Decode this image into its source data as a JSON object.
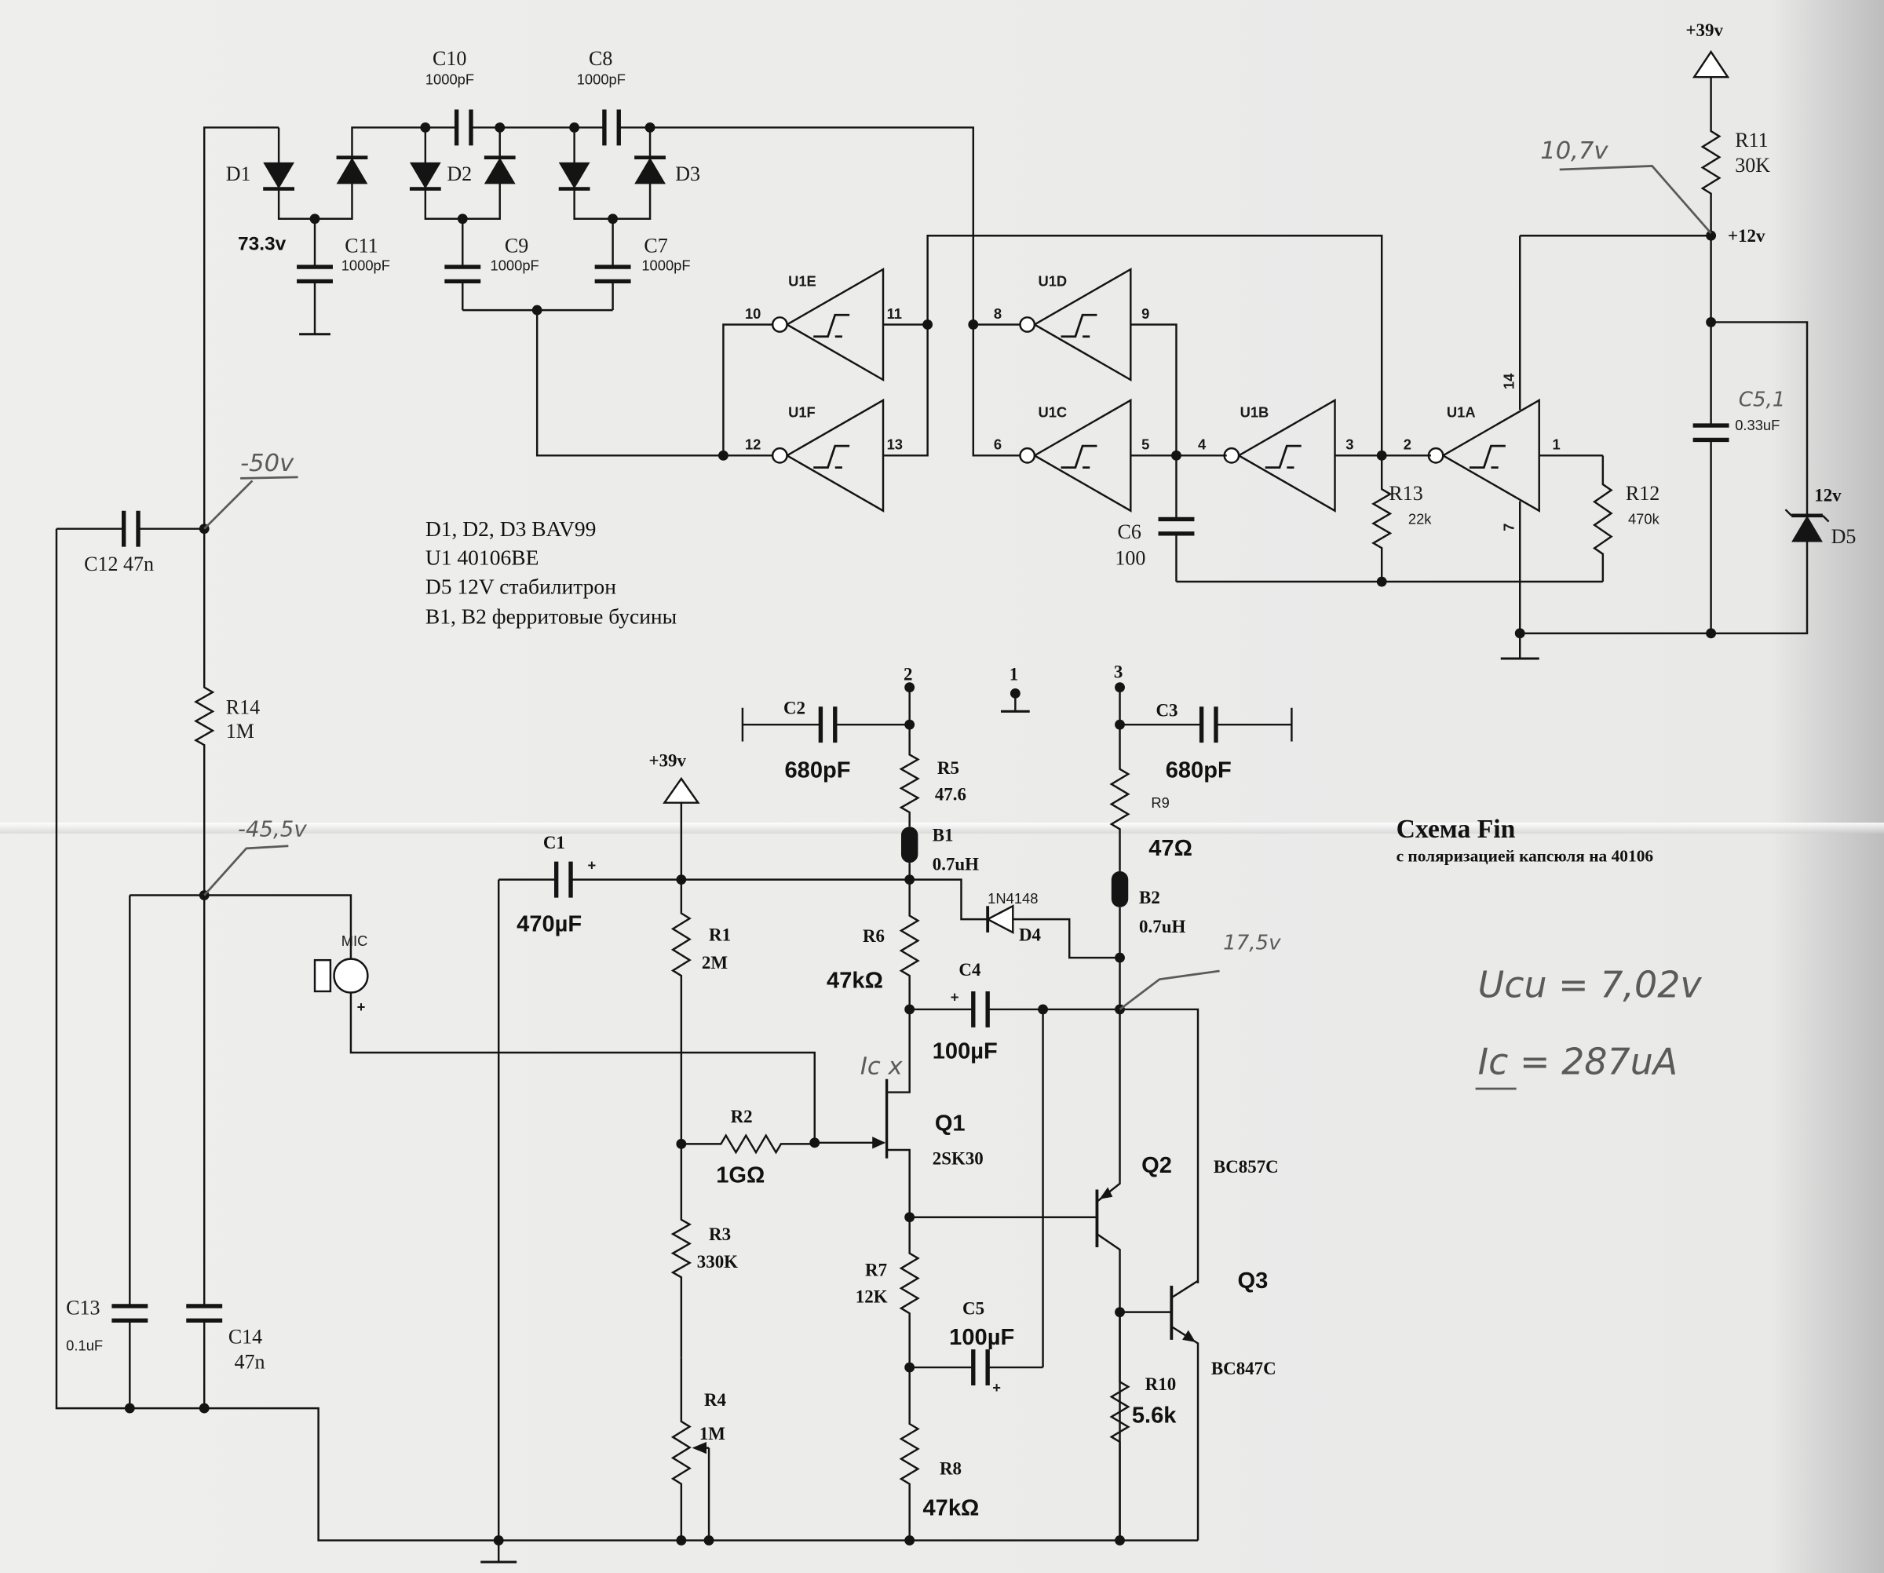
{
  "title": "Схема Fin",
  "subtitle": "с поляризацией капсюля  на 40106",
  "notes": [
    "D1, D2, D3 BAV99",
    "U1 40106BE",
    "D5 12V стабилитрон",
    "B1, B2 ферритовые бусины"
  ],
  "handwritten": {
    "ucu": "Uсu = 7,02v",
    "ic": "Ic = 287uA",
    "v_r11": "10,7v",
    "v_minus50": "-50v",
    "v_minus455": "-45,5v",
    "v_175": "17,5v",
    "ic_mark": "Ic x"
  },
  "supply": {
    "vplus_top": "+39v",
    "vplus_mid": "+39v",
    "v12": "+12v",
    "zener_v": "12v",
    "measured_73": "73.3v"
  },
  "components": {
    "C10": {
      "name": "C10",
      "value": "1000pF"
    },
    "C8": {
      "name": "C8",
      "value": "1000pF"
    },
    "C11": {
      "name": "C11",
      "value": "1000pF"
    },
    "C9": {
      "name": "C9",
      "value": "1000pF"
    },
    "C7": {
      "name": "C7",
      "value": "1000pF"
    },
    "D1": "D1",
    "D2": "D2",
    "D3": "D3",
    "R11": {
      "name": "R11",
      "value": "30K"
    },
    "C5_1": {
      "name": "C5,1",
      "value": "0.33uF"
    },
    "D5": "D5",
    "C6": {
      "name": "C6",
      "value": "100"
    },
    "R13": {
      "name": "R13",
      "value": "22k"
    },
    "R12": {
      "name": "R12",
      "value": "470k"
    },
    "C12": "C12 47n",
    "R14": {
      "name": "R14",
      "value": "1M"
    },
    "MIC": "MIC",
    "C13": {
      "name": "C13",
      "value": "0.1uF"
    },
    "C14": {
      "name": "C14",
      "value": "47n"
    },
    "C1": {
      "name": "C1",
      "value": "470µF"
    },
    "R1": {
      "name": "R1",
      "value": "2M"
    },
    "R2": {
      "name": "R2",
      "value": "1GΩ"
    },
    "R3": {
      "name": "R3",
      "value": "330K"
    },
    "R4": {
      "name": "R4",
      "value": "1M"
    },
    "C2": {
      "name": "C2",
      "value": "680pF"
    },
    "R5": {
      "name": "R5",
      "value": "47.6"
    },
    "B1": {
      "name": "B1",
      "value": "0.7uH"
    },
    "R6": {
      "name": "R6",
      "value": "47kΩ"
    },
    "D4": {
      "name": "D4",
      "value": "1N4148"
    },
    "C4": {
      "name": "C4",
      "value": "100µF"
    },
    "Q1": {
      "name": "Q1",
      "value": "2SK30"
    },
    "R7": {
      "name": "R7",
      "value": "12K"
    },
    "C5": {
      "name": "C5",
      "value": "100µF"
    },
    "R8": {
      "name": "R8",
      "value": "47kΩ"
    },
    "C3": {
      "name": "C3",
      "value": "680pF"
    },
    "R9": {
      "name": "R9",
      "value": "47Ω"
    },
    "B2": {
      "name": "B2",
      "value": "0.7uH"
    },
    "Q2": {
      "name": "Q2",
      "value": "BC857C"
    },
    "Q3": {
      "name": "Q3",
      "value": "BC847C"
    },
    "R10": {
      "name": "R10",
      "value": "5.6k"
    }
  },
  "gates": {
    "U1E": "U1E",
    "U1F": "U1F",
    "U1D": "U1D",
    "U1C": "U1C",
    "U1B": "U1B",
    "U1A": "U1A"
  },
  "pins": {
    "p10": "10",
    "p11": "11",
    "p12": "12",
    "p13": "13",
    "p8": "8",
    "p9": "9",
    "p6": "6",
    "p5": "5",
    "p4": "4",
    "p3": "3",
    "p2": "2",
    "p1": "1",
    "p14": "14",
    "p7": "7"
  },
  "connectors": {
    "n1": "1",
    "n2": "2",
    "n3": "3"
  },
  "polarity": {
    "plus": "+"
  },
  "colors": {
    "ink": "#141414",
    "pencil": "#5a5a5a",
    "paper": "#ececea"
  }
}
